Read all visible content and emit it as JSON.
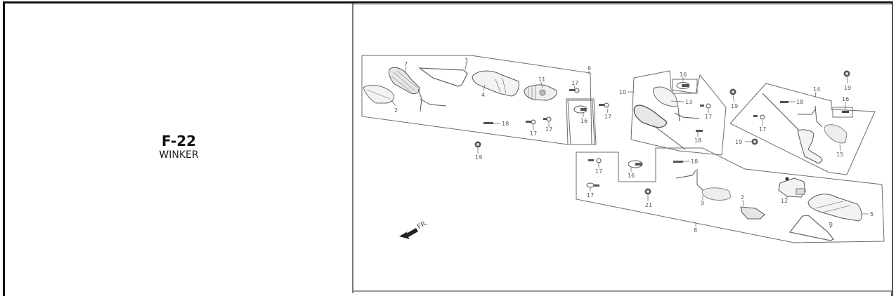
{
  "section": {
    "code": "F-22",
    "name": "WINKER"
  },
  "diagram": {
    "direction_label": "FR.",
    "callouts": {
      "c7": "7",
      "c3a": "3",
      "c2a": "2",
      "c4": "4",
      "c11": "11",
      "c6": "6",
      "c17a": "17",
      "c17b": "17",
      "c17c": "17",
      "c17d": "17",
      "c16a": "16",
      "c18a": "18",
      "c19a": "19",
      "c10": "10",
      "c16b": "16",
      "c13": "13",
      "c17e": "17",
      "c18b": "18",
      "c19b": "19",
      "c19c": "19",
      "c19d": "19",
      "c14": "14",
      "c18c": "18",
      "c16c": "16",
      "c17f": "17",
      "c15": "15",
      "c17g": "17",
      "c16d": "16",
      "c18d": "18",
      "c17h": "17",
      "c21": "21",
      "c9": "9",
      "c8": "8",
      "c2b": "2",
      "c12": "12",
      "c5": "5",
      "c3b": "3"
    }
  },
  "colors": {
    "line": "#6b6b6b",
    "part_fill": "#f3f3f3",
    "dark_part": "#4a4a4a"
  }
}
